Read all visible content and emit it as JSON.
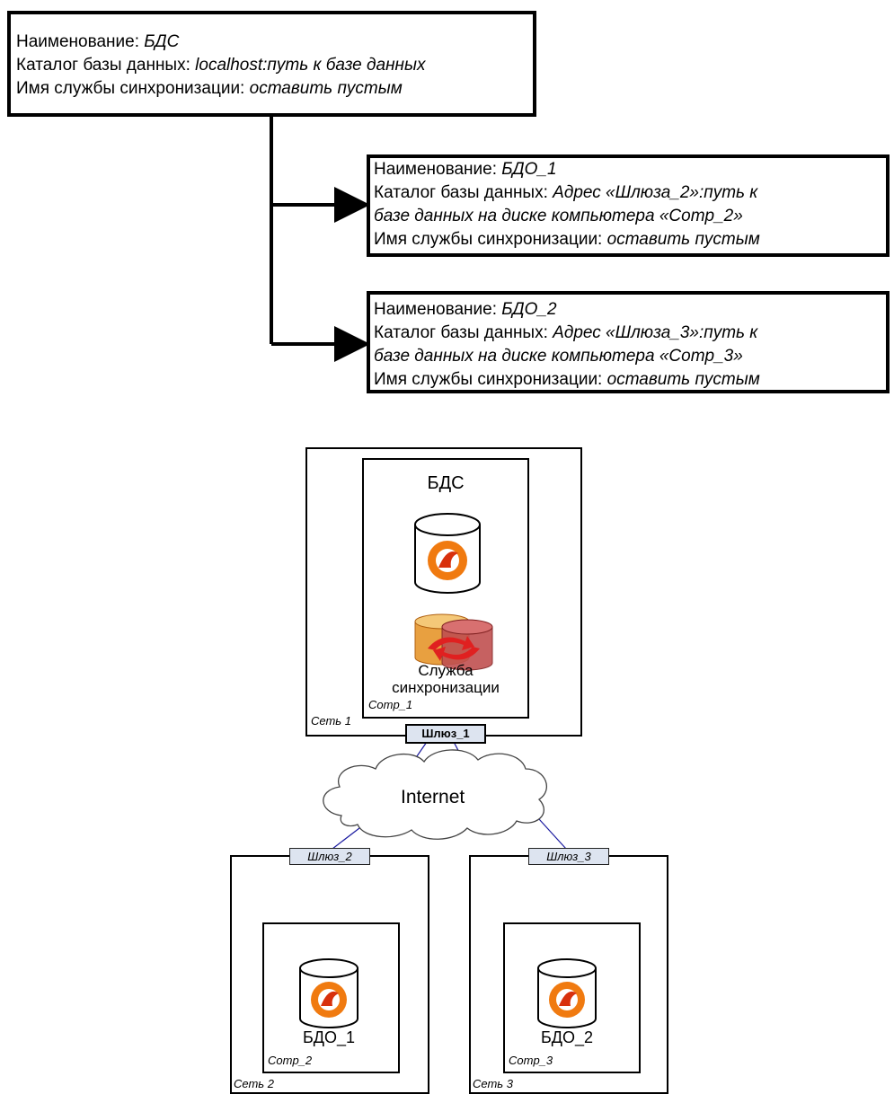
{
  "config": {
    "bds": {
      "line1_label": "Наименование: ",
      "line1_value": "БДС",
      "line2_label": "Каталог базы данных: ",
      "line2_value": "localhost:путь к базе данных",
      "line3_label": "Имя службы синхронизации: ",
      "line3_value": "оставить пустым"
    },
    "bdo1": {
      "line1_label": "Наименование: ",
      "line1_value": "БДО_1",
      "line2_label": "Каталог базы данных: ",
      "line2_value": "Адрес «Шлюза_2»:путь к",
      "line3_value": "базе данных на диске компьютера «Comp_2»",
      "line4_label": "Имя службы синхронизации: ",
      "line4_value": "оставить пустым"
    },
    "bdo2": {
      "line1_label": "Наименование: ",
      "line1_value": "БДО_2",
      "line2_label": "Каталог базы данных: ",
      "line2_value": "Адрес «Шлюза_3»:путь к",
      "line3_value": "базе данных на диске компьютера «Comp_3»",
      "line4_label": "Имя службы синхронизации: ",
      "line4_value": "оставить пустым"
    }
  },
  "network": {
    "bds_title": "БДС",
    "sync_service_line1": "Служба",
    "sync_service_line2": "синхронизации",
    "comp1": "Comp_1",
    "net1": "Сеть 1",
    "gateway1": "Шлюз_1",
    "internet": "Internet",
    "gateway2": "Шлюз_2",
    "gateway3": "Шлюз_3",
    "bdo1": "БДО_1",
    "bdo2": "БДО_2",
    "comp2": "Comp_2",
    "comp3": "Comp_3",
    "net2": "Сеть 2",
    "net3": "Сеть 3"
  },
  "colors": {
    "link": "#1a1aa0",
    "gateway_fill": "#dde4f0",
    "firebird_orange": "#f07a10"
  },
  "icons": [
    "database-icon",
    "firebird-logo-icon",
    "sync-service-icon",
    "cloud-icon",
    "arrow-icon"
  ]
}
